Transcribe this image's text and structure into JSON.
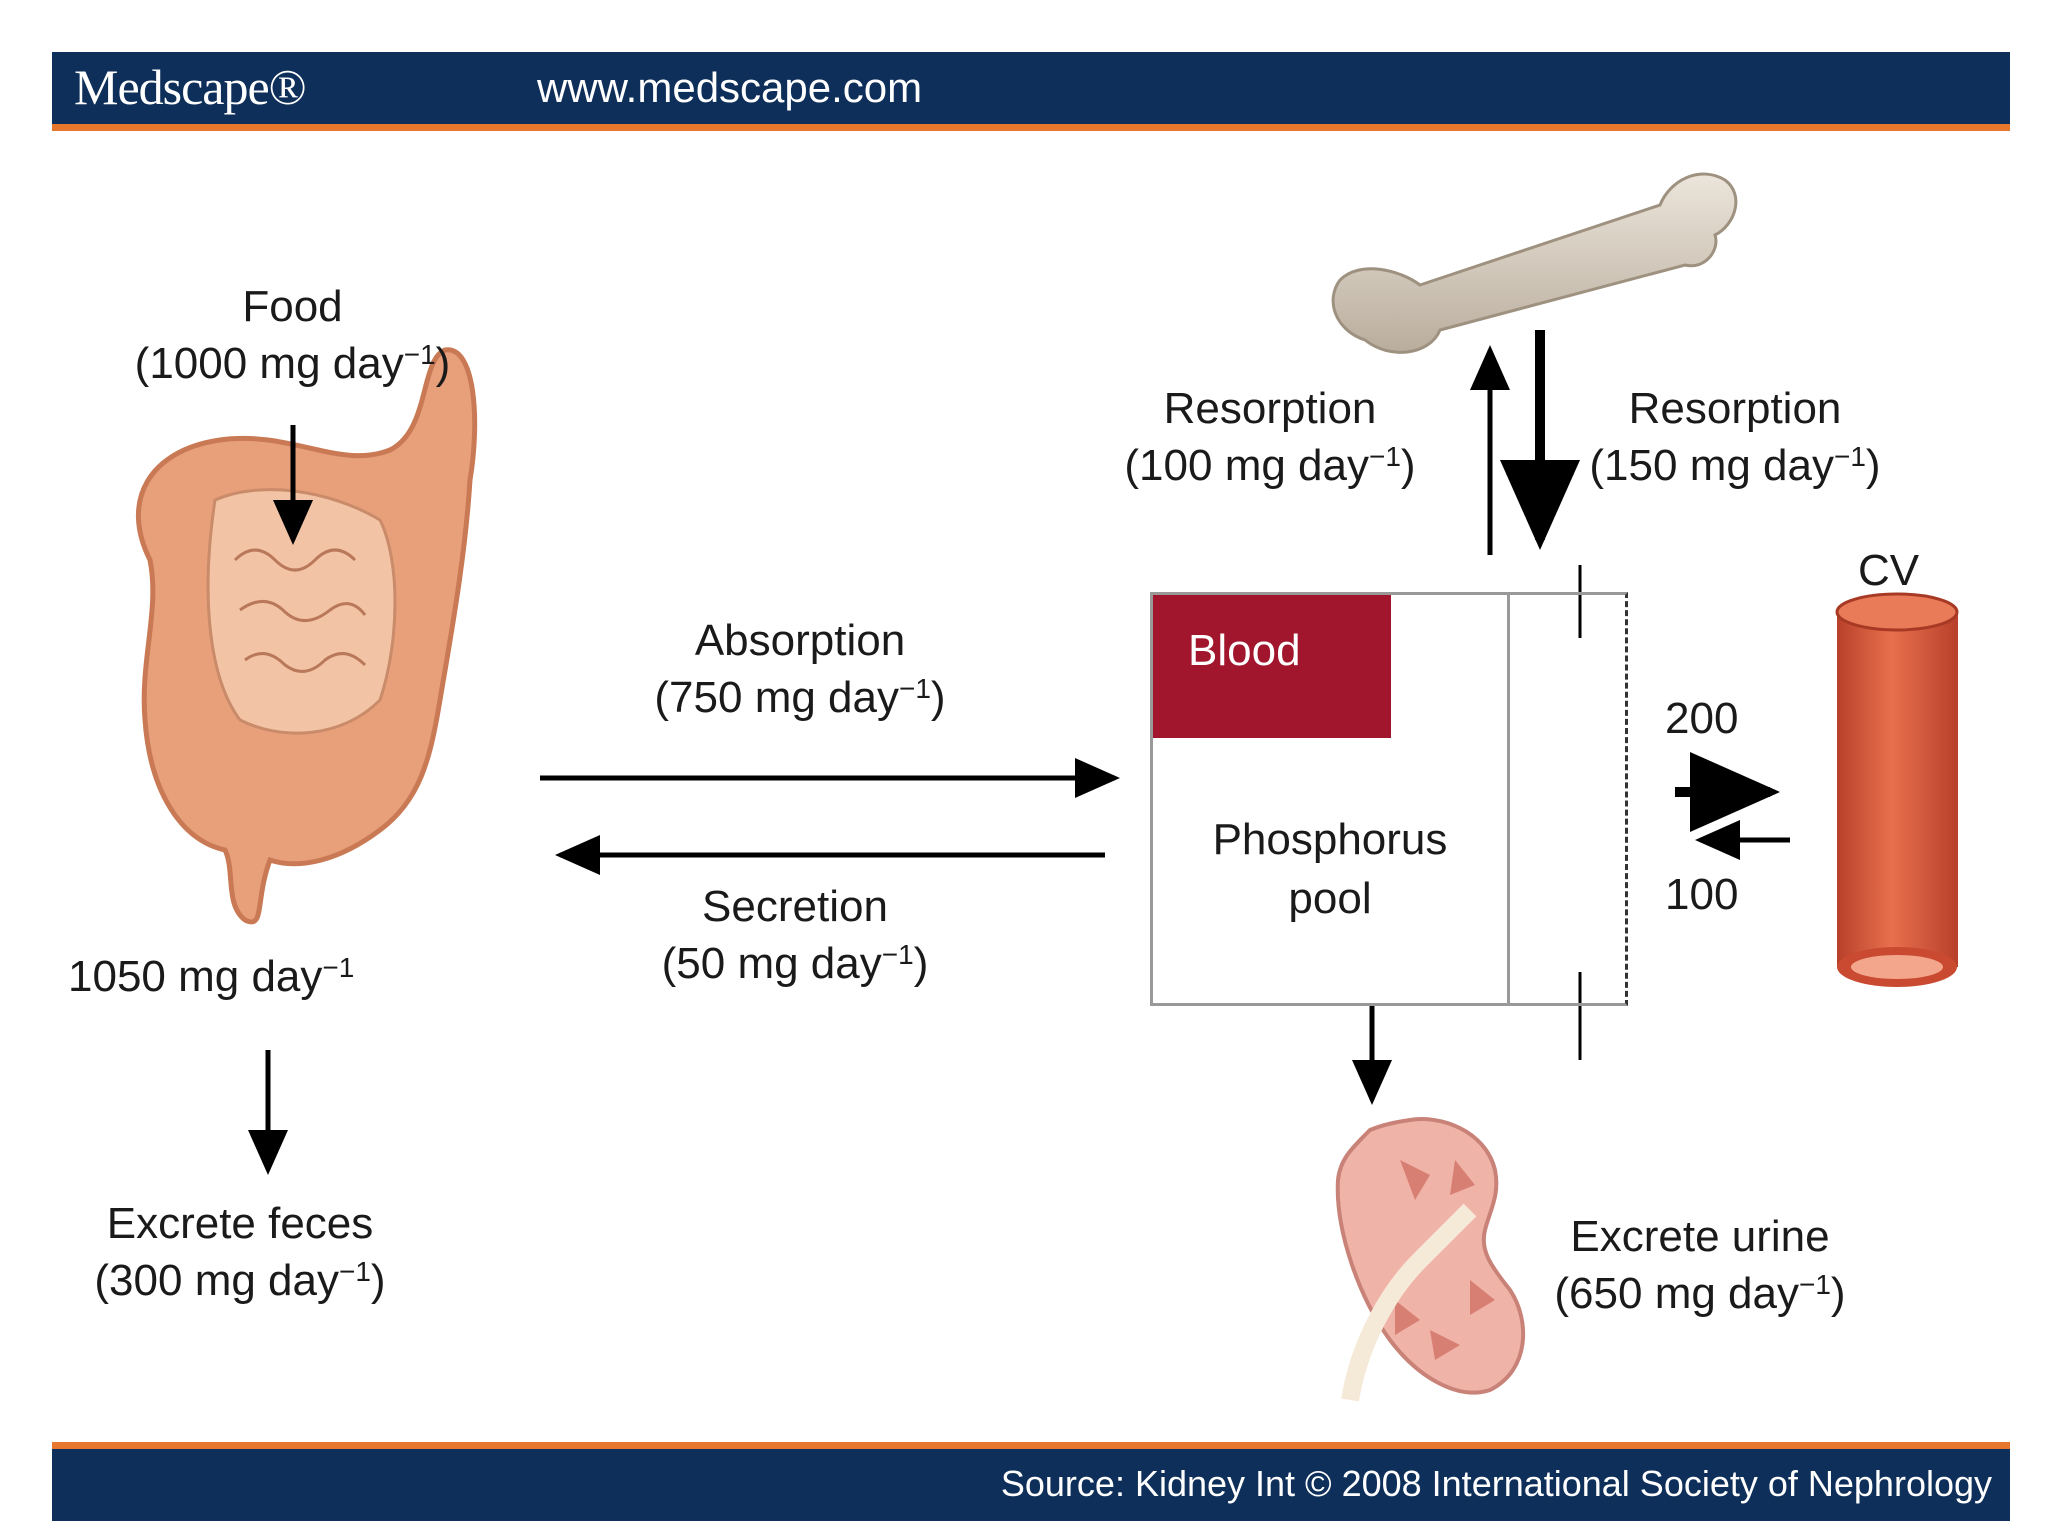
{
  "header": {
    "logo": "Medscape®",
    "url": "www.medscape.com"
  },
  "footer": {
    "source": "Source: Kidney Int © 2008 International Society of Nephrology"
  },
  "labels": {
    "food": {
      "title": "Food",
      "amount_pre": "(1000 mg day",
      "exp": "−1",
      "amount_post": ")"
    },
    "gut_total": {
      "pre": "1050 mg day",
      "exp": "−1"
    },
    "feces": {
      "title": "Excrete feces",
      "amount_pre": "(300 mg day",
      "exp": "−1",
      "amount_post": ")"
    },
    "absorption": {
      "title": "Absorption",
      "amount_pre": "(750 mg day",
      "exp": "−1",
      "amount_post": ")"
    },
    "secretion": {
      "title": "Secretion",
      "amount_pre": "(50 mg day",
      "exp": "−1",
      "amount_post": ")"
    },
    "resorption_left": {
      "title": "Resorption",
      "amount_pre": "(100 mg day",
      "exp": "−1",
      "amount_post": ")"
    },
    "resorption_right": {
      "title": "Resorption",
      "amount_pre": "(150 mg day",
      "exp": "−1",
      "amount_post": ")"
    },
    "blood": "Blood",
    "pool_line1": "Phosphorus",
    "pool_line2": "pool",
    "cv": "CV",
    "cv_out": "200",
    "cv_in": "100",
    "urine": {
      "title": "Excrete urine",
      "amount_pre": "(650 mg day",
      "exp": "−1",
      "amount_post": ")"
    }
  },
  "colors": {
    "header_bg": "#0e2f5a",
    "accent": "#e8772e",
    "blood": "#a1152d",
    "intestine": "#e8a07a",
    "bone": "#d9cfc2",
    "vessel": "#d95a3a",
    "kidney": "#f0b3a8"
  }
}
